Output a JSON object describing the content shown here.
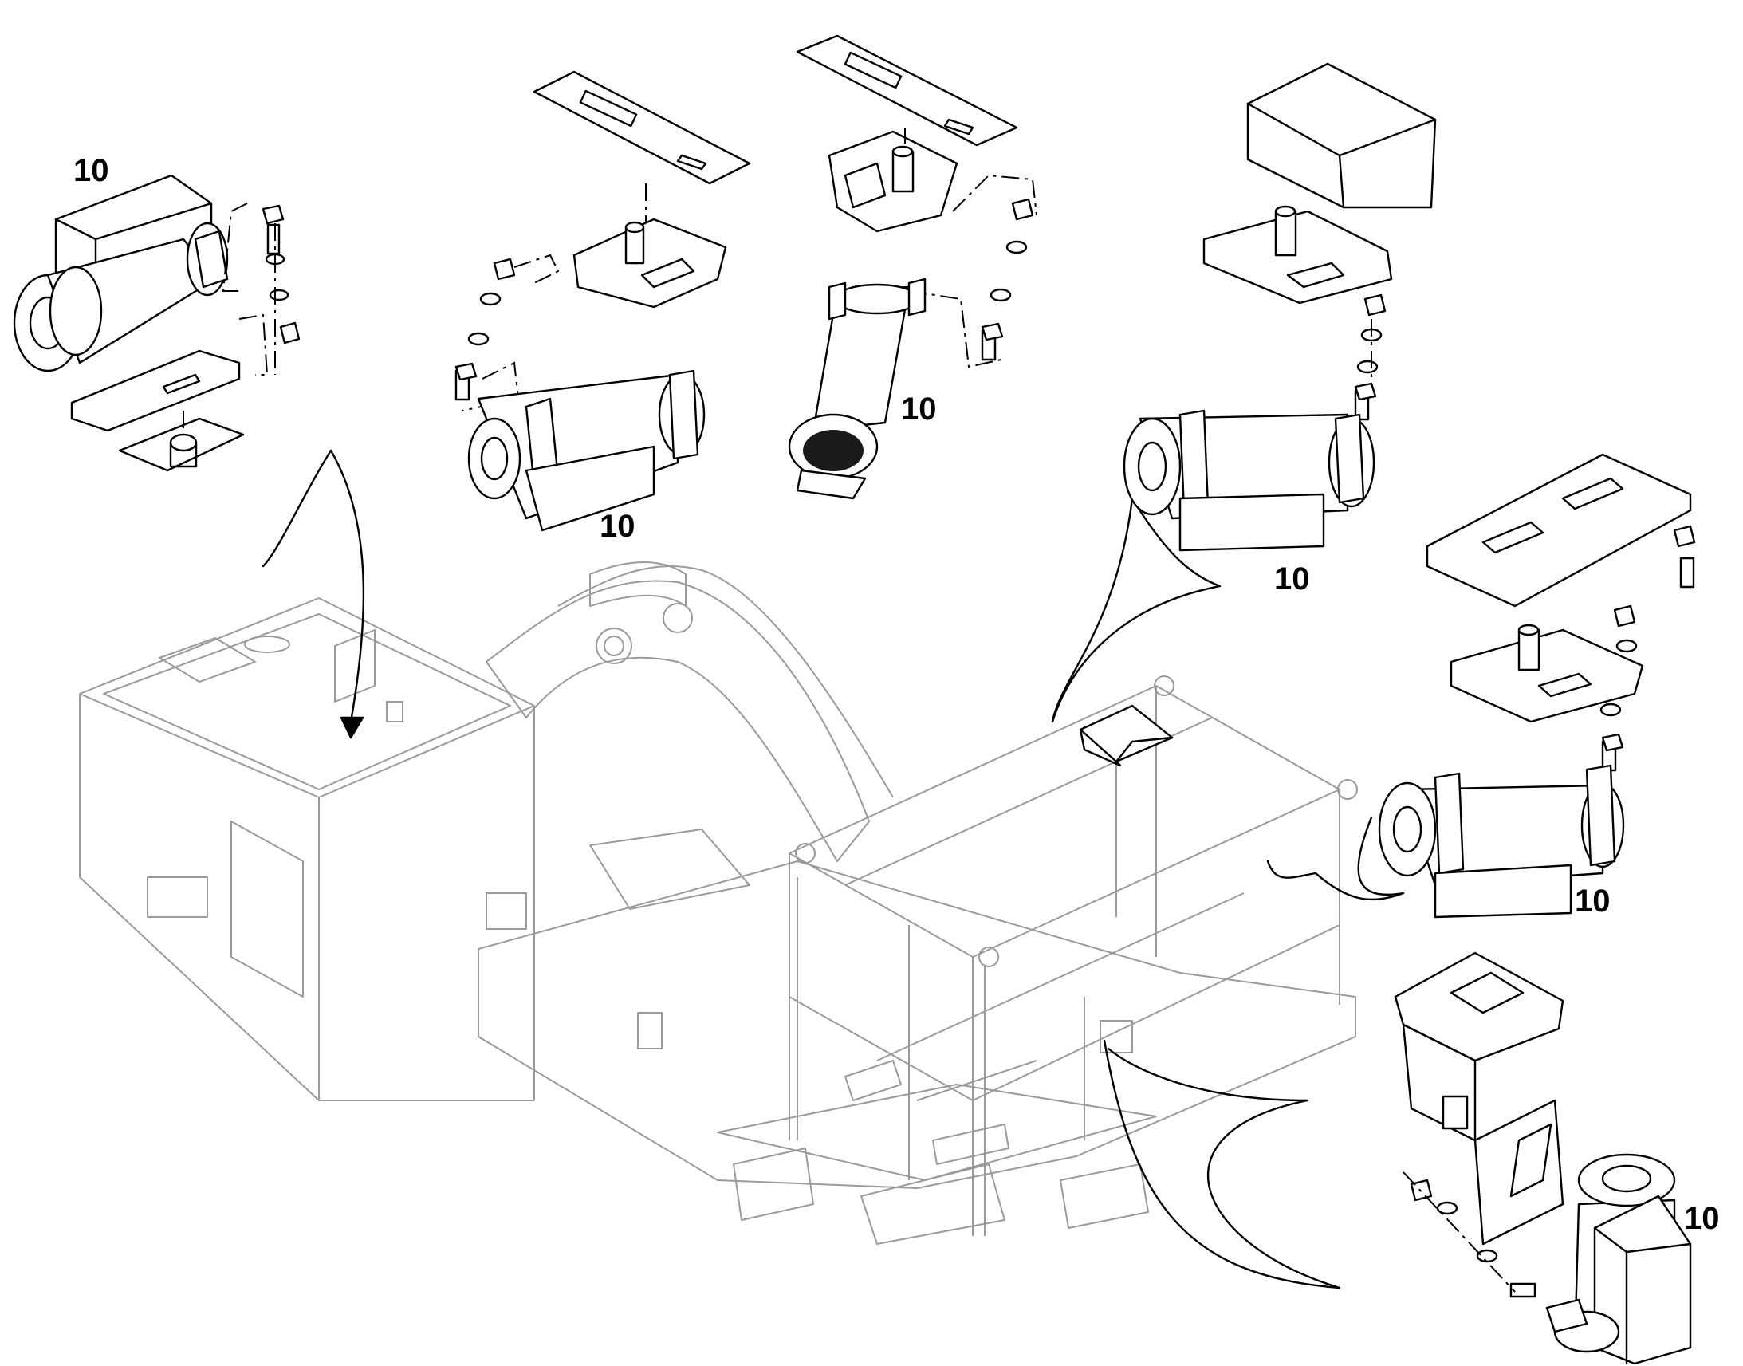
{
  "callouts": [
    {
      "id": "filter-top-left",
      "label": "10"
    },
    {
      "id": "filter-top-center-left",
      "label": "10"
    },
    {
      "id": "filter-top-center",
      "label": "10"
    },
    {
      "id": "filter-top-right",
      "label": "10"
    },
    {
      "id": "filter-right-middle",
      "label": "10"
    },
    {
      "id": "filter-bottom-right",
      "label": "10"
    }
  ]
}
